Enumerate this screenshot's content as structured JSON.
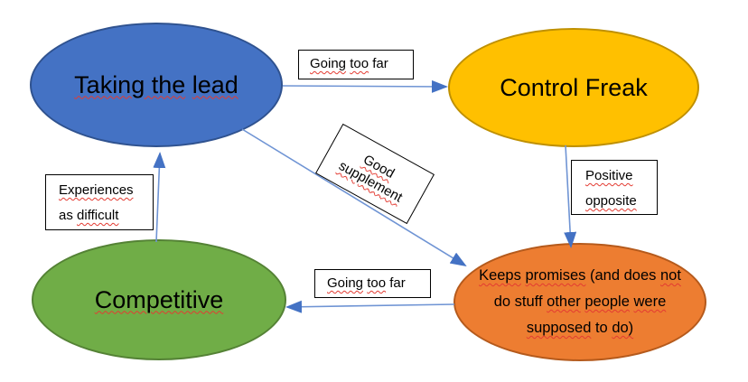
{
  "canvas": {
    "background": "#ffffff"
  },
  "nodes": {
    "taking_the_lead": {
      "label": "Taking the lead",
      "segments": [
        {
          "t": "Taking the",
          "sp": true
        },
        {
          "t": " ",
          "sp": false
        },
        {
          "t": "lead",
          "sp": true
        }
      ],
      "fill": "#4472c4",
      "border": "#2f528f",
      "text_color": "#000000"
    },
    "control_freak": {
      "label": "Control Freak",
      "segments": [
        {
          "t": "Control Freak",
          "sp": false
        }
      ],
      "fill": "#ffc000",
      "border": "#bf9000",
      "text_color": "#000000"
    },
    "competitive": {
      "label": "Competitive",
      "segments": [
        {
          "t": "Competitive",
          "sp": true
        }
      ],
      "fill": "#70ad47",
      "border": "#548235",
      "text_color": "#000000"
    },
    "keeps_promises": {
      "label": "Keeps promises (and does not do stuff other people were supposed to do)",
      "lines": [
        {
          "segments": [
            {
              "t": "Keeps",
              "sp": true
            },
            {
              "t": " ",
              "sp": false
            },
            {
              "t": "promises",
              "sp": true
            },
            {
              "t": " (and does ",
              "sp": false
            },
            {
              "t": "not",
              "sp": true
            }
          ]
        },
        {
          "segments": [
            {
              "t": "do stuff ",
              "sp": false
            },
            {
              "t": "other",
              "sp": true
            },
            {
              "t": " ",
              "sp": false
            },
            {
              "t": "people",
              "sp": true
            },
            {
              "t": " ",
              "sp": false
            },
            {
              "t": "were",
              "sp": true
            }
          ]
        },
        {
          "segments": [
            {
              "t": "supposed",
              "sp": true
            },
            {
              "t": " to ",
              "sp": false
            },
            {
              "t": "do)",
              "sp": true
            }
          ]
        }
      ],
      "fill": "#ed7d31",
      "border": "#b55a1c",
      "text_color": "#000000"
    }
  },
  "connector_labels": {
    "going_too_far_top": {
      "label": "Going too far",
      "segments": [
        {
          "t": "Going",
          "sp": true
        },
        {
          "t": " ",
          "sp": false
        },
        {
          "t": "too",
          "sp": true
        },
        {
          "t": " far",
          "sp": false
        }
      ]
    },
    "good_supplement": {
      "label": "Good supplement",
      "lines": [
        {
          "segments": [
            {
              "t": "Good",
              "sp": true
            }
          ]
        },
        {
          "segments": [
            {
              "t": "supplement",
              "sp": true
            }
          ]
        }
      ]
    },
    "positive_opposite": {
      "label": "Positive opposite",
      "lines": [
        {
          "segments": [
            {
              "t": "Positive",
              "sp": true
            }
          ]
        },
        {
          "segments": [
            {
              "t": "opposite",
              "sp": true
            }
          ]
        }
      ]
    },
    "experiences_as_difficult": {
      "label": "Experiences as difficult",
      "lines": [
        {
          "segments": [
            {
              "t": "Experiences",
              "sp": true
            }
          ]
        },
        {
          "segments": [
            {
              "t": "as ",
              "sp": false
            },
            {
              "t": "difficult",
              "sp": true
            }
          ]
        }
      ]
    },
    "going_too_far_bottom": {
      "label": "Going too far",
      "segments": [
        {
          "t": "Going",
          "sp": true
        },
        {
          "t": " ",
          "sp": false
        },
        {
          "t": "too",
          "sp": true
        },
        {
          "t": " far",
          "sp": false
        }
      ]
    }
  },
  "edges": [
    {
      "from": "Taking the lead",
      "to": "Control Freak",
      "label": "Going too far"
    },
    {
      "from": "Taking the lead",
      "to": "Keeps promises (and does not do stuff other people were supposed to do)",
      "label": "Good supplement"
    },
    {
      "from": "Control Freak",
      "to": "Keeps promises (and does not do stuff other people were supposed to do)",
      "label": "Positive opposite"
    },
    {
      "from": "Keeps promises (and does not do stuff other people were supposed to do)",
      "to": "Competitive",
      "label": "Going too far"
    },
    {
      "from": "Competitive",
      "to": "Taking the lead",
      "label": "Experiences as difficult"
    }
  ],
  "style": {
    "arrow_color": "#6f94d4",
    "arrowhead_color": "#4472c4",
    "spellcheck_color": "#e33b32",
    "box_border": "#000000",
    "box_background": "#ffffff"
  }
}
